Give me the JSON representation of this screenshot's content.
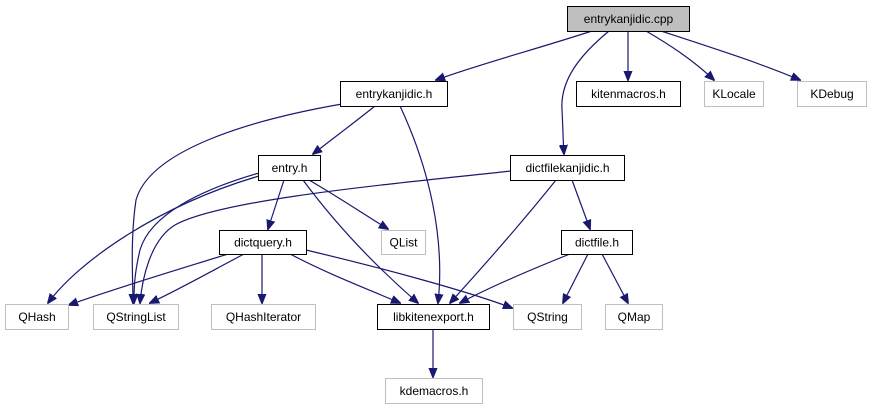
{
  "diagram": {
    "type": "include-dependency-graph",
    "colors": {
      "edge": "#191970",
      "root_fill": "#bfbfbf",
      "documented_border": "#000000",
      "external_border": "#bfbfbf",
      "background": "#ffffff"
    },
    "nodes": [
      {
        "id": "entrykanjidic_cpp",
        "label": "entrykanjidic.cpp",
        "kind": "root"
      },
      {
        "id": "entrykanjidic_h",
        "label": "entrykanjidic.h",
        "kind": "documented"
      },
      {
        "id": "kitenmacros_h",
        "label": "kitenmacros.h",
        "kind": "documented"
      },
      {
        "id": "KLocale",
        "label": "KLocale",
        "kind": "external"
      },
      {
        "id": "KDebug",
        "label": "KDebug",
        "kind": "external"
      },
      {
        "id": "entry_h",
        "label": "entry.h",
        "kind": "documented"
      },
      {
        "id": "dictfilekanjidic_h",
        "label": "dictfilekanjidic.h",
        "kind": "documented"
      },
      {
        "id": "QList",
        "label": "QList",
        "kind": "external"
      },
      {
        "id": "dictquery_h",
        "label": "dictquery.h",
        "kind": "documented"
      },
      {
        "id": "dictfile_h",
        "label": "dictfile.h",
        "kind": "documented"
      },
      {
        "id": "QHash",
        "label": "QHash",
        "kind": "external"
      },
      {
        "id": "QStringList",
        "label": "QStringList",
        "kind": "external"
      },
      {
        "id": "QHashIterator",
        "label": "QHashIterator",
        "kind": "external"
      },
      {
        "id": "libkitenexport_h",
        "label": "libkitenexport.h",
        "kind": "documented"
      },
      {
        "id": "QString",
        "label": "QString",
        "kind": "external"
      },
      {
        "id": "QMap",
        "label": "QMap",
        "kind": "external"
      },
      {
        "id": "kdemacros_h",
        "label": "kdemacros.h",
        "kind": "external"
      }
    ],
    "edges": [
      {
        "from": "entrykanjidic_cpp",
        "to": "entrykanjidic_h"
      },
      {
        "from": "entrykanjidic_cpp",
        "to": "kitenmacros_h"
      },
      {
        "from": "entrykanjidic_cpp",
        "to": "KLocale"
      },
      {
        "from": "entrykanjidic_cpp",
        "to": "KDebug"
      },
      {
        "from": "entrykanjidic_cpp",
        "to": "dictfilekanjidic_h"
      },
      {
        "from": "entrykanjidic_h",
        "to": "entry_h"
      },
      {
        "from": "entrykanjidic_h",
        "to": "QStringList"
      },
      {
        "from": "entrykanjidic_h",
        "to": "libkitenexport_h"
      },
      {
        "from": "entry_h",
        "to": "dictquery_h"
      },
      {
        "from": "entry_h",
        "to": "QList"
      },
      {
        "from": "entry_h",
        "to": "QHash"
      },
      {
        "from": "entry_h",
        "to": "QStringList"
      },
      {
        "from": "entry_h",
        "to": "libkitenexport_h"
      },
      {
        "from": "dictfilekanjidic_h",
        "to": "dictfile_h"
      },
      {
        "from": "dictfilekanjidic_h",
        "to": "QStringList"
      },
      {
        "from": "dictfilekanjidic_h",
        "to": "libkitenexport_h"
      },
      {
        "from": "dictquery_h",
        "to": "QHash"
      },
      {
        "from": "dictquery_h",
        "to": "QStringList"
      },
      {
        "from": "dictquery_h",
        "to": "QHashIterator"
      },
      {
        "from": "dictquery_h",
        "to": "libkitenexport_h"
      },
      {
        "from": "dictquery_h",
        "to": "QString"
      },
      {
        "from": "dictfile_h",
        "to": "libkitenexport_h"
      },
      {
        "from": "dictfile_h",
        "to": "QString"
      },
      {
        "from": "dictfile_h",
        "to": "QMap"
      },
      {
        "from": "libkitenexport_h",
        "to": "kdemacros_h"
      }
    ]
  }
}
